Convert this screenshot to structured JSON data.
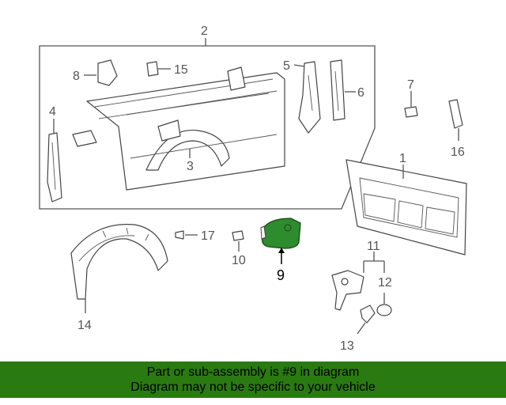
{
  "diagram": {
    "callouts": [
      "1",
      "2",
      "3",
      "4",
      "5",
      "6",
      "7",
      "8",
      "9",
      "10",
      "11",
      "12",
      "13",
      "14",
      "15",
      "16",
      "17"
    ],
    "highlighted_part": "9",
    "highlight_color": "#2e8b2e"
  },
  "banner": {
    "line1": "Part or sub-assembly is #9 in diagram",
    "line2": "Diagram may not be specific to your vehicle",
    "background": "#2a7a12"
  }
}
